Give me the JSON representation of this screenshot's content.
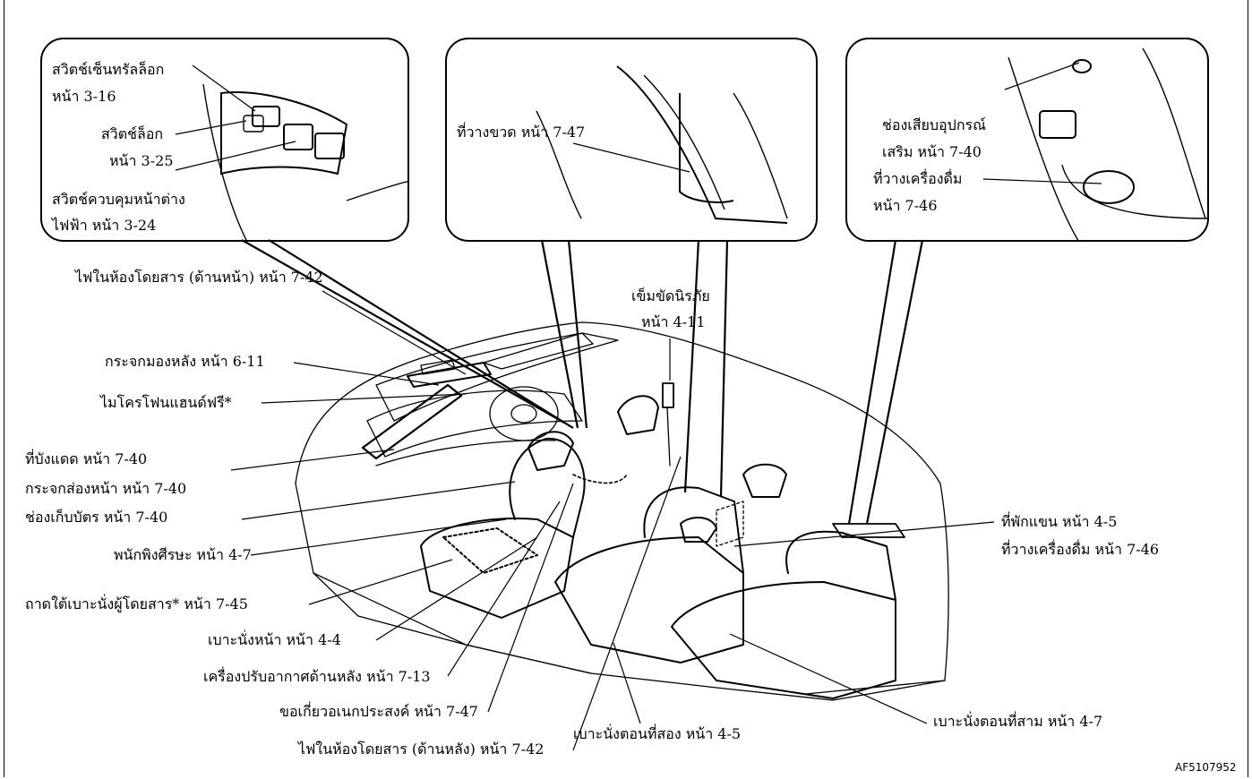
{
  "figure_code": "AF5107952",
  "insets": {
    "left": {
      "center_lock": {
        "line1": "สวิตช์เซ็นทรัลล็อก",
        "line2": "หน้า 3-16"
      },
      "lock": {
        "line1": "สวิตช์ล็อก",
        "line2": "หน้า 3-25"
      },
      "window": {
        "line1": "สวิตช์ควบคุมหน้าต่าง",
        "line2": "ไฟฟ้า หน้า 3-24"
      }
    },
    "middle": {
      "bottle": "ที่วางขวด หน้า 7-47"
    },
    "right": {
      "socket": {
        "line1": "ช่องเสียบอุปกรณ์",
        "line2": "เสริม หน้า 7-40"
      },
      "cup": {
        "line1": "ที่วางเครื่องดื่ม",
        "line2": "หน้า 7-46"
      }
    }
  },
  "labels": {
    "front_room_lamp": "ไฟในห้องโดยสาร (ด้านหน้า) หน้า 7-42",
    "mirror": "กระจกมองหลัง หน้า 6-11",
    "microphone": "ไมโครโฟนแฮนด์ฟรี*",
    "sunvisor_1": "ที่บังแดด หน้า 7-40",
    "sunvisor_2": "กระจกส่องหน้า หน้า 7-40",
    "sunvisor_3": "ช่องเก็บบัตร หน้า 7-40",
    "headrest": "พนักพิงศีรษะ หน้า 4-7",
    "tray": "ถาดใต้เบาะนั่งผู้โดยสาร* หน้า 7-45",
    "front_seat": "เบาะนั่งหน้า หน้า 4-4",
    "rear_ac": "เครื่องปรับอากาศด้านหลัง หน้า 7-13",
    "hook": "ขอเกี่ยวอเนกประสงค์ หน้า 7-47",
    "rear_room_lamp": "ไฟในห้องโดยสาร (ด้านหลัง) หน้า 7-42",
    "seatbelt_1": "เข็มขัดนิรภัย",
    "seatbelt_2": "หน้า 4-11",
    "second_seat": "เบาะนั่งตอนที่สอง หน้า 4-5",
    "third_seat": "เบาะนั่งตอนที่สาม หน้า 4-7",
    "armrest_1": "ที่พักแขน หน้า 4-5",
    "armrest_2": "ที่วางเครื่องดื่ม หน้า 7-46"
  }
}
